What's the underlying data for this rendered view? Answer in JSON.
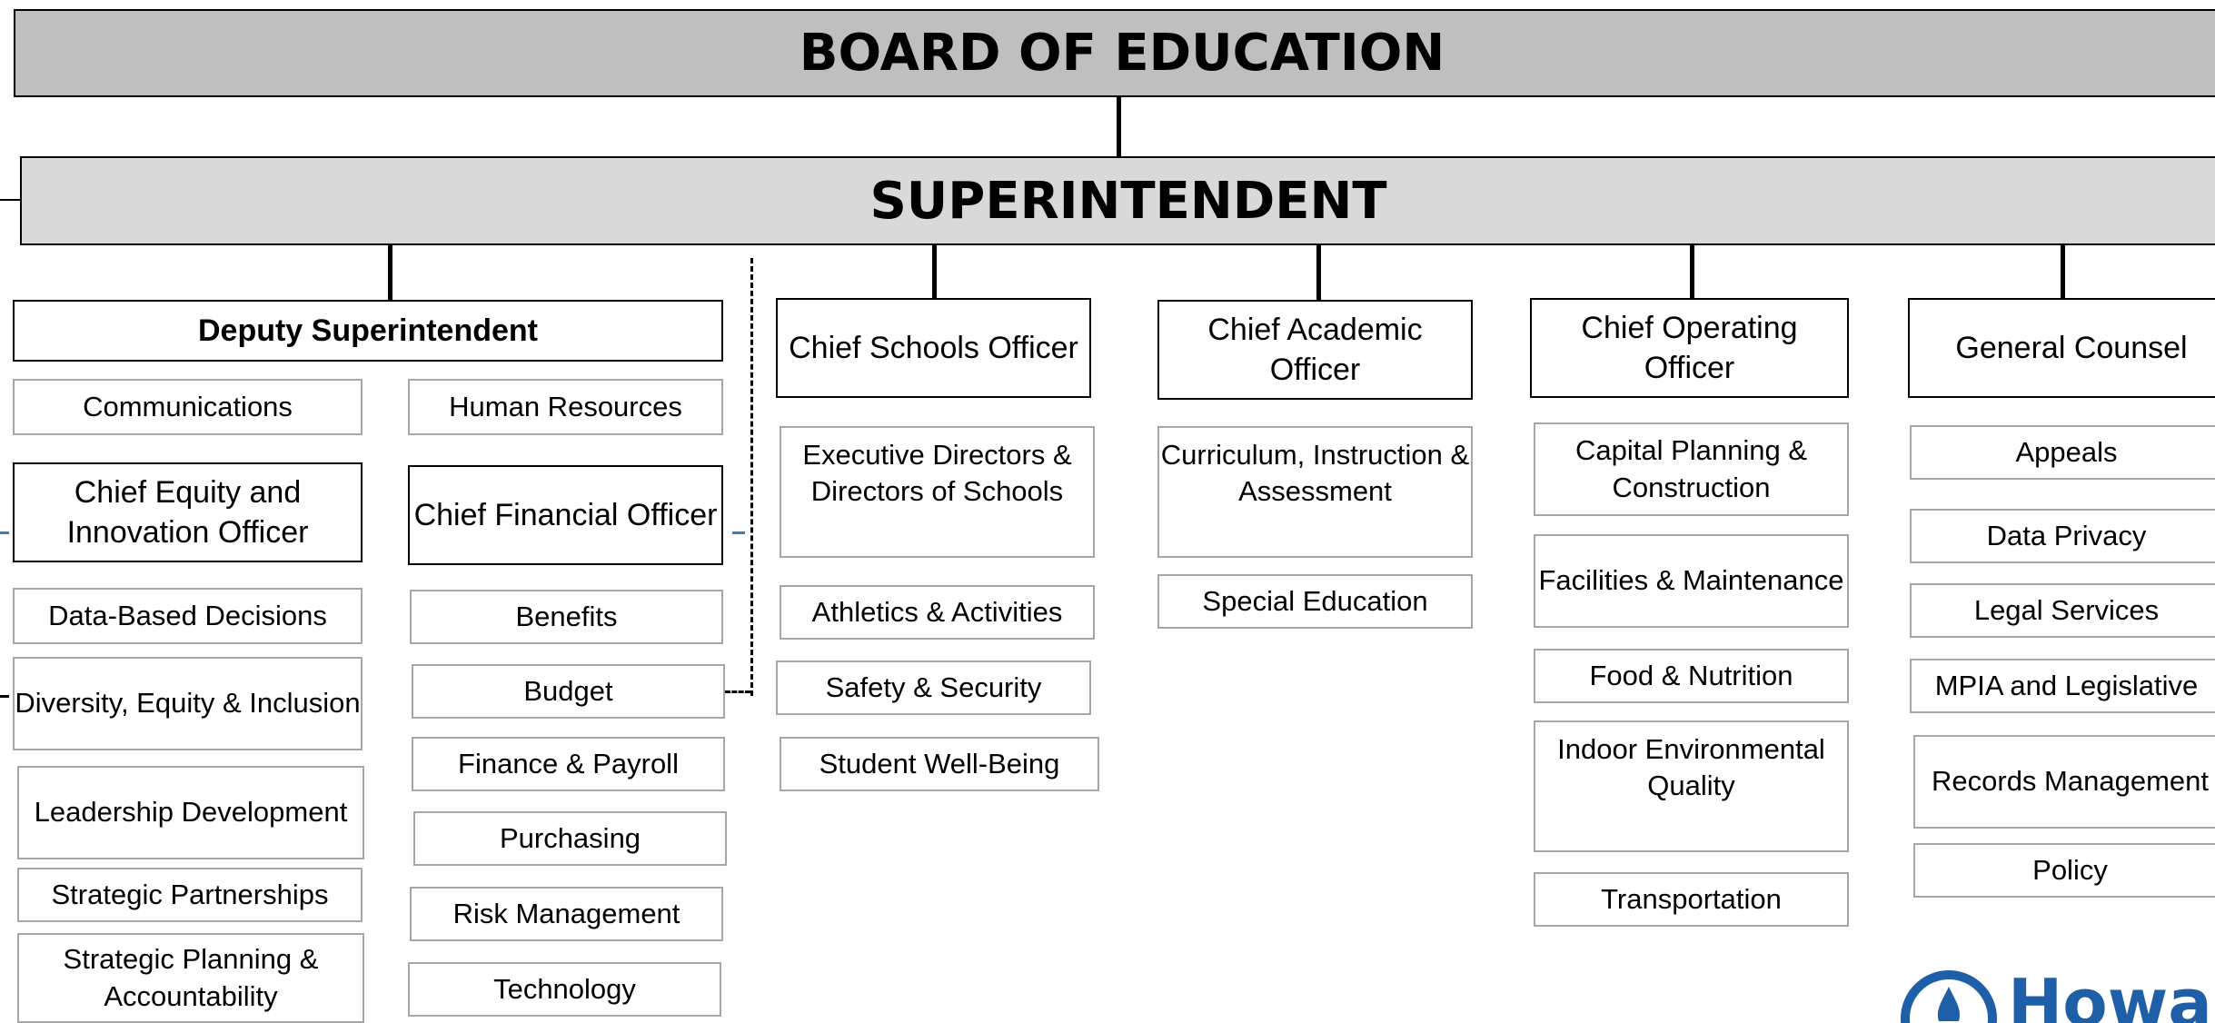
{
  "board": {
    "title": "BOARD OF EDUCATION"
  },
  "superintendent": {
    "title": "SUPERINTENDENT"
  },
  "deputy": {
    "title": "Deputy Superintendent",
    "communications": "Communications",
    "human_resources": "Human Resources",
    "cei_officer": "Chief Equity and Innovation Officer",
    "cfo": "Chief Financial Officer",
    "equity_units": [
      "Data-Based Decisions",
      "Diversity, Equity & Inclusion",
      "Leadership Development",
      "Strategic Partnerships",
      "Strategic Planning & Accountability"
    ],
    "finance_units": [
      "Benefits",
      "Budget",
      "Finance & Payroll",
      "Purchasing",
      "Risk Management",
      "Technology"
    ]
  },
  "schools": {
    "title": "Chief Schools Officer",
    "units": [
      "Executive Directors & Directors of Schools",
      "Athletics & Activities",
      "Safety & Security",
      "Student Well-Being"
    ]
  },
  "academic": {
    "title": "Chief Academic Officer",
    "units": [
      "Curriculum, Instruction & Assessment",
      "Special Education"
    ]
  },
  "operating": {
    "title": "Chief Operating Officer",
    "units": [
      "Capital Planning & Construction",
      "Facilities & Maintenance",
      "Food & Nutrition",
      "Indoor Environmental Quality",
      "Transportation"
    ]
  },
  "counsel": {
    "title": "General Counsel",
    "units": [
      "Appeals",
      "Data Privacy",
      "Legal Services",
      "MPIA and Legislative",
      "Records Management",
      "Policy"
    ]
  },
  "logo": {
    "text": "Howar",
    "color": "#1f5fa8"
  },
  "colors": {
    "board_fill": "#bfbfbf",
    "superintendent_fill": "#d9d9d9",
    "dotted_link": "#3b7db5"
  }
}
